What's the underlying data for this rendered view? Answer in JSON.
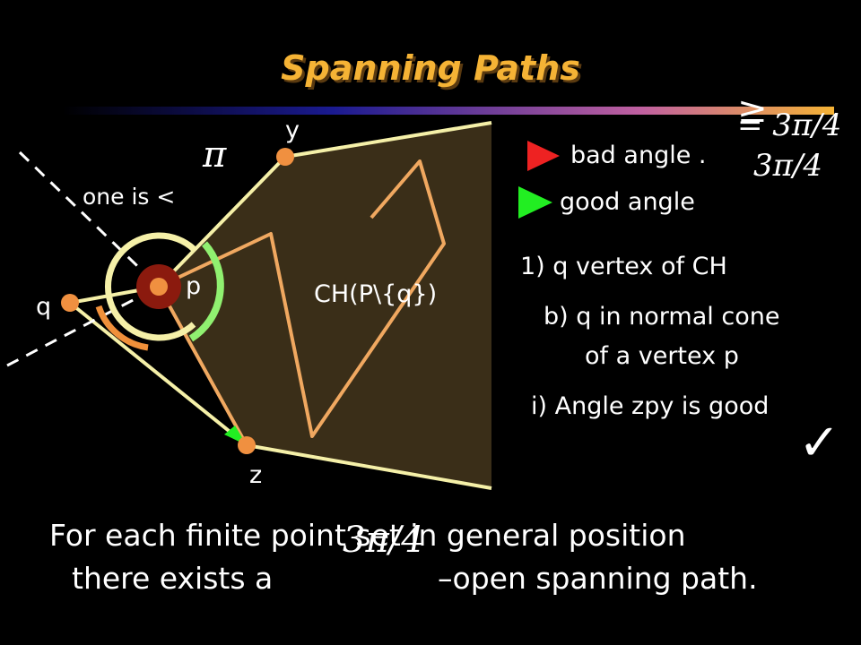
{
  "title": "Spanning Paths",
  "labels": {
    "y": "y",
    "p": "p",
    "q": "q",
    "z": "z",
    "pi": "π",
    "one_is": "one is <",
    "ch": "CH(P\\{q})",
    "ge_symbol": "≥",
    "ge_value": "= 3π/4",
    "three_pi_over_4": "3π/4",
    "bottom_pi_fraction": "3π/4"
  },
  "legend": {
    "bad": "bad angle .",
    "good": "good angle"
  },
  "steps": {
    "s1": "1) q vertex of CH",
    "s2a": "b) q in normal cone",
    "s2b": "of a vertex p",
    "s3": "i) Angle zpy is good"
  },
  "checkmark": "✓",
  "bottom": {
    "line1": "For each finite point set in general position",
    "line2_prefix": "there exists a",
    "line2_suffix": "–open spanning path."
  },
  "colors": {
    "title": "#f5b335",
    "hull_fill": "#3a2e18",
    "path": "#f0a860",
    "edge": "#f5f0a8",
    "point": "#f09040",
    "bad": "#ee2222",
    "good": "#22ee22"
  }
}
